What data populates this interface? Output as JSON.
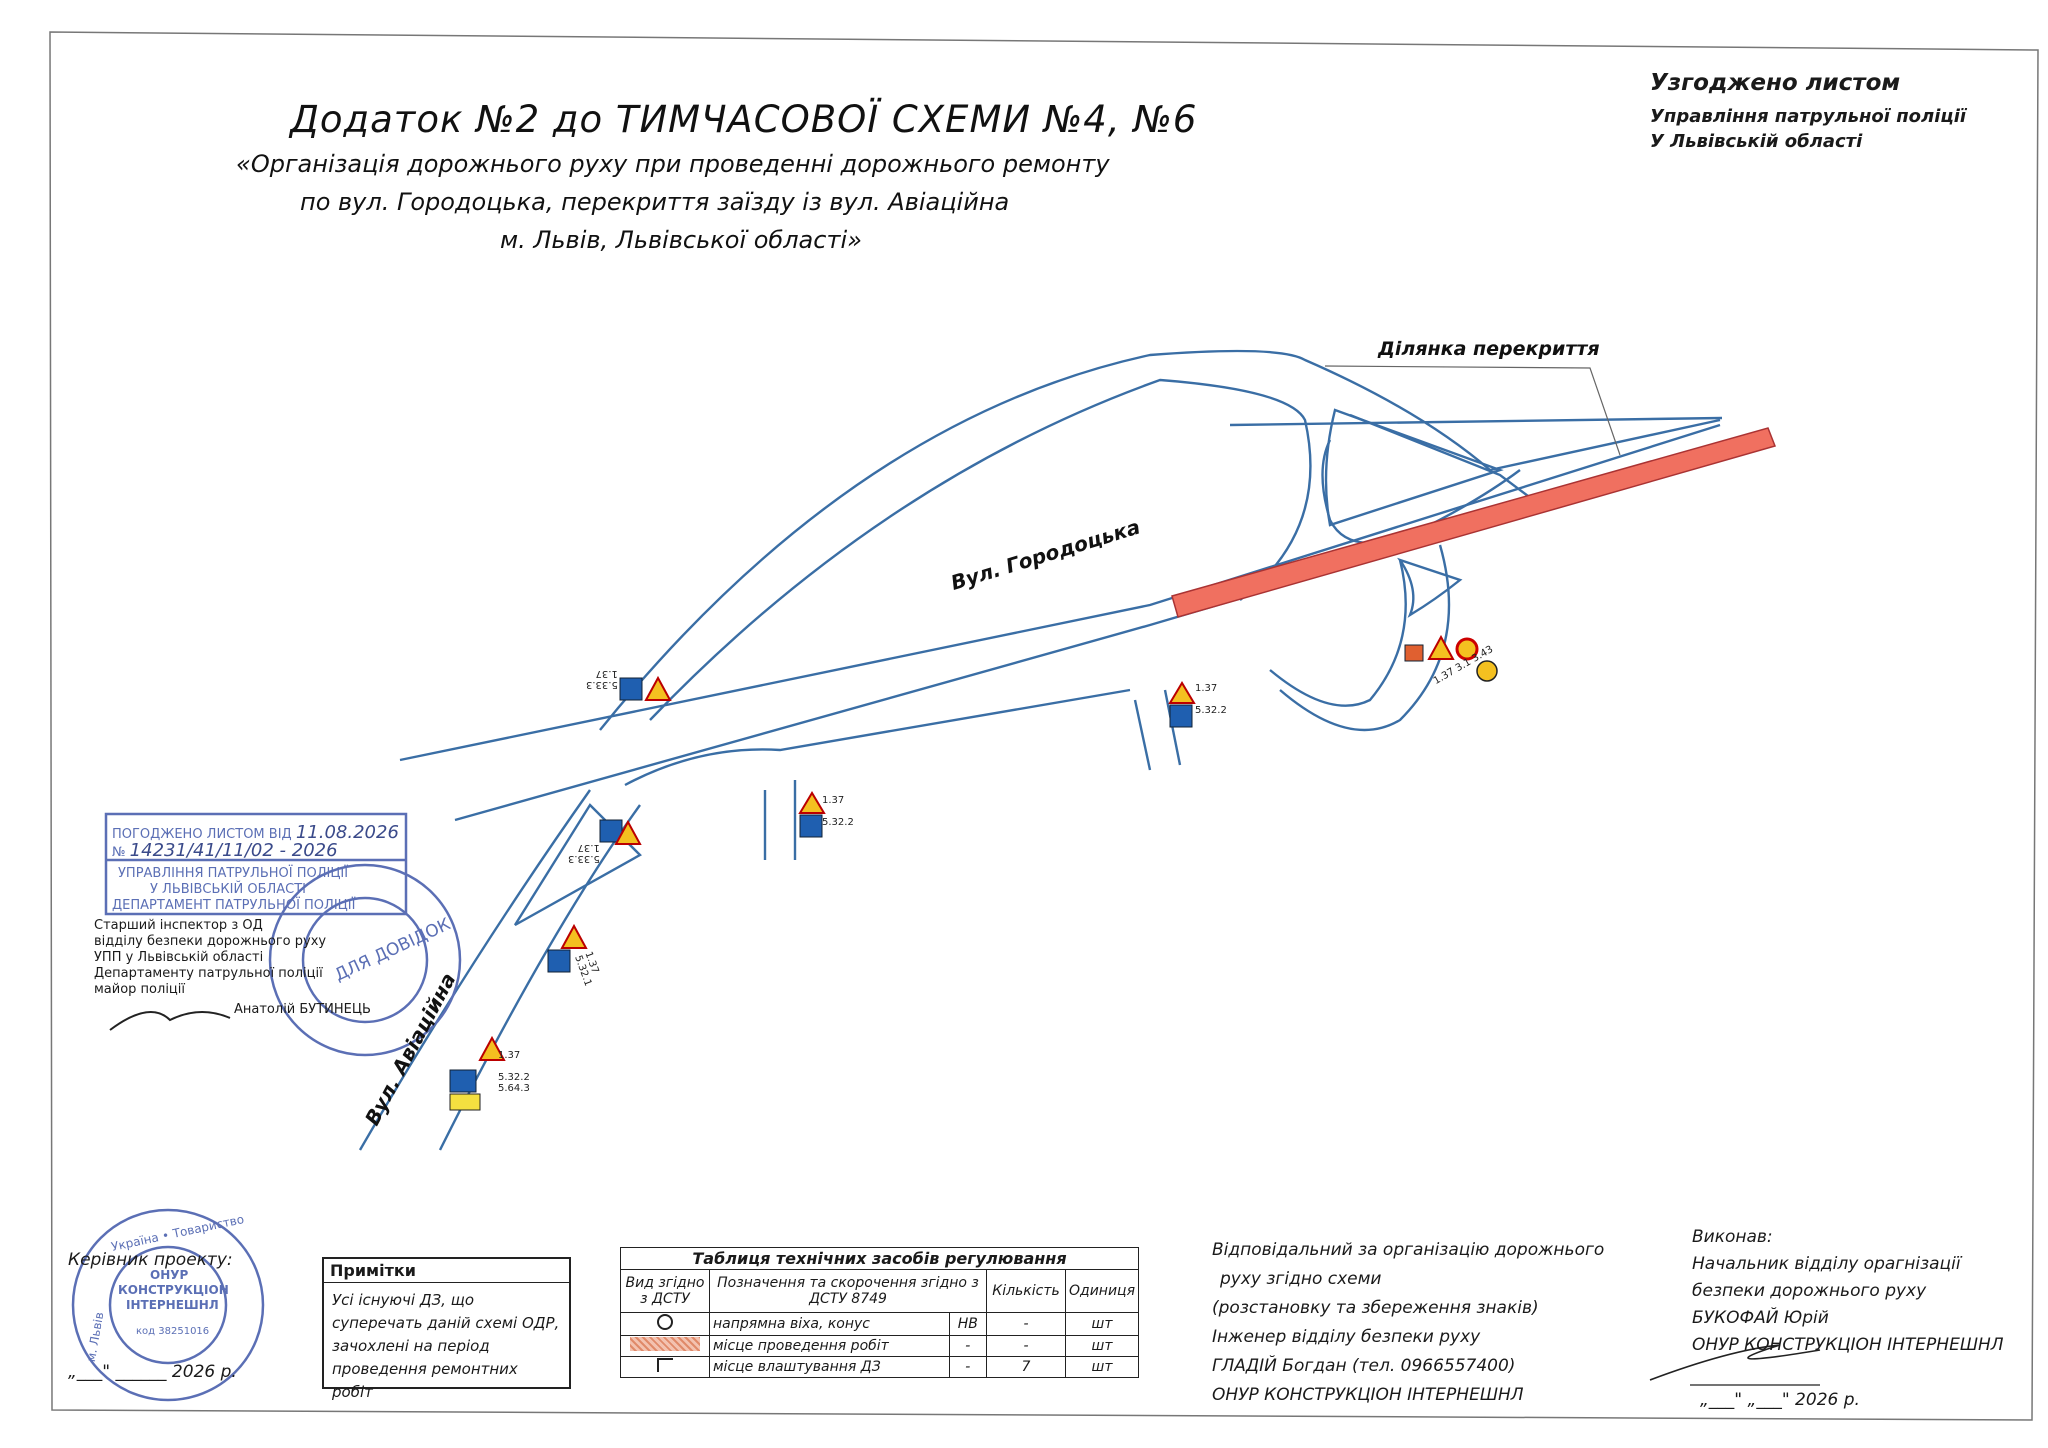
{
  "title": {
    "main": "Додаток №2 до ТИМЧАСОВОЇ СХЕМИ №4, №6",
    "line1": "«Організація дорожнього руху при проведенні дорожнього ремонту",
    "line2": "по вул. Городоцька, перекриття заїзду із вул. Авіаційна",
    "line3": "м. Львів, Львівської області»"
  },
  "approved": {
    "heading": "Узгоджено листом",
    "line1": "Управління патрульної поліції",
    "line2": "У Львівській області"
  },
  "map": {
    "closure_label": "Ділянка перекриття",
    "street_main": "Вул. Городоцька",
    "street_side": "Вул. Авіаційна",
    "closure_color": "#f07060",
    "road_color": "#3a6ea5",
    "signs": [
      {
        "id": "s1",
        "codes": [
          "5.33.3",
          "1.37"
        ]
      },
      {
        "id": "s2",
        "codes": [
          "1.37",
          "5.32.2"
        ]
      },
      {
        "id": "s3",
        "codes": [
          "1.37",
          "5.32.2"
        ]
      },
      {
        "id": "s4",
        "codes": [
          "5.33.3",
          "1.37"
        ]
      },
      {
        "id": "s5",
        "codes": [
          "1.37",
          "5.32.1"
        ]
      },
      {
        "id": "s6",
        "codes": [
          "1.37",
          "5.32.2",
          "5.64.3"
        ]
      },
      {
        "id": "s7",
        "codes": [
          "1.37",
          "3.1",
          "3.43"
        ]
      }
    ]
  },
  "stamp_approval": {
    "line1": "ПОГОДЖЕНО ЛИСТОМ ВІД",
    "date": "11.08.2026",
    "number_prefix": "№",
    "number": "14231/41/11/02 - 2026",
    "line2": "УПРАВЛІННЯ ПАТРУЛЬНОЇ ПОЛІЦІЇ",
    "line3": "У ЛЬВІВСЬКІЙ ОБЛАСТІ",
    "line4": "ДЕПАРТАМЕНТ ПАТРУЛЬНОЇ ПОЛІЦІЇ",
    "round_center": "ДЛЯ ДОВІДОК"
  },
  "inspector": {
    "line1": "Старший інспектор з ОД",
    "line2": "відділу безпеки дорожнього руху",
    "line3": "УПП у Львівській області",
    "line4": "Департаменту патрульної поліції",
    "line5": "майор поліції",
    "name": "Анатолій БУТИНЕЦЬ"
  },
  "lead": {
    "label": "Керівник проекту:",
    "date": "„___\" ______ 2026 р."
  },
  "notes": {
    "heading": "Примітки",
    "text": "Усі існуючі ДЗ, що суперечать даній схемі ОДР, зачохлені на період проведення ремонтних робіт"
  },
  "table": {
    "caption": "Таблиця технічних засобів регулювання",
    "headers": [
      "Вид згідно з ДСТУ",
      "Позначення та скорочення згідно з ДСТУ 8749",
      "Кількість",
      "Одиниця"
    ],
    "rows": [
      {
        "name": "напрямна віха, конус",
        "abbr": "НВ",
        "qty": "-",
        "unit": "шт"
      },
      {
        "name": "місце проведення робіт",
        "abbr": "-",
        "qty": "-",
        "unit": "шт"
      },
      {
        "name": "місце влаштування ДЗ",
        "abbr": "-",
        "qty": "7",
        "unit": "шт"
      }
    ]
  },
  "responsible": {
    "line1": "Відповідальний за організацію дорожнього",
    "line2": "руху згідно схеми",
    "line3": "(розстановку та збереження знаків)",
    "line4": "Інженер відділу безпеки руху",
    "line5": "ГЛАДІЙ Богдан (тел. 0966557400)",
    "line6": "ОНУР КОНСТРУКЦІОН ІНТЕРНЕШНЛ"
  },
  "executor": {
    "heading": "Виконав:",
    "line1": "Начальник відділу орагнізації",
    "line2": "безпеки дорожнього руху",
    "line3": "БУКОФАЙ Юрій",
    "line4": "ОНУР КОНСТРУКЦІОН ІНТЕРНЕШНЛ",
    "date": "„___\" „___\" 2026 р."
  },
  "company_stamp": {
    "ring_top": "Україна • Товариство",
    "center1": "ОНУР",
    "center2": "КОНСТРУКЦІОН",
    "center3": "ІНТЕРНЕШНЛ",
    "code": "код 38251016",
    "ring_left": "м. Львів"
  }
}
